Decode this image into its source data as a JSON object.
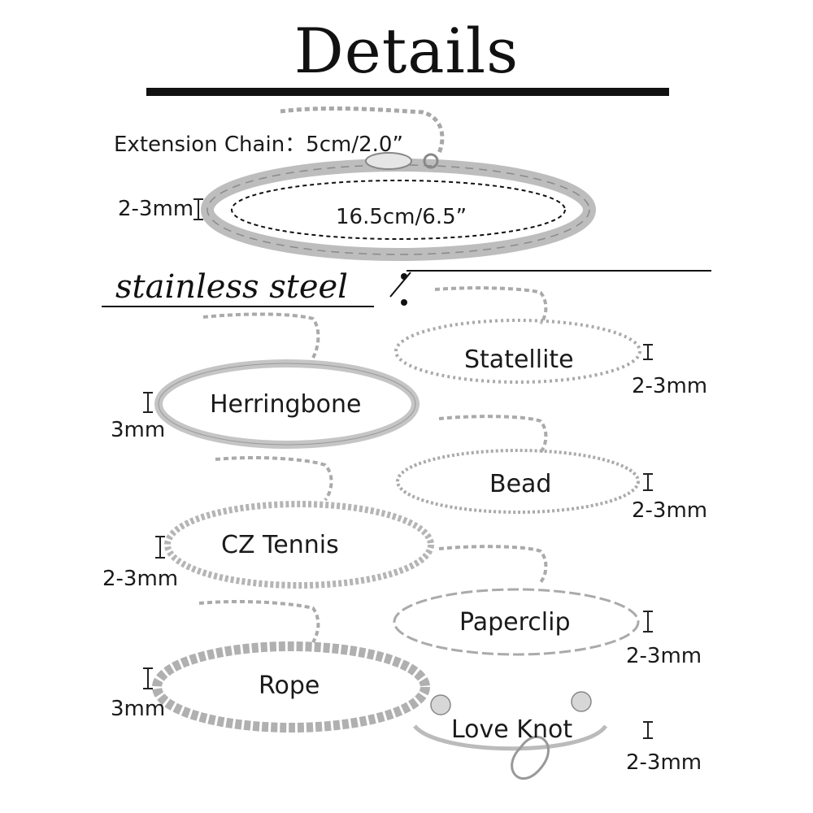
{
  "title": "Details",
  "extension": {
    "label": "Extension Chain：",
    "value": "5cm/2.0”"
  },
  "main_bracelet": {
    "width": "2-3mm",
    "length": "16.5cm/6.5”"
  },
  "material": "stainless steel",
  "bracelets": [
    {
      "name": "Herringbone",
      "width": "3mm"
    },
    {
      "name": "CZ Tennis",
      "width": "2-3mm"
    },
    {
      "name": "Rope",
      "width": "3mm"
    },
    {
      "name": "Statellite",
      "width": "2-3mm"
    },
    {
      "name": "Bead",
      "width": "2-3mm"
    },
    {
      "name": "Paperclip",
      "width": "2-3mm"
    },
    {
      "name": "Love Knot",
      "width": "2-3mm"
    }
  ],
  "colors": {
    "silver": "#c9c9c9",
    "ink": "#111111"
  }
}
